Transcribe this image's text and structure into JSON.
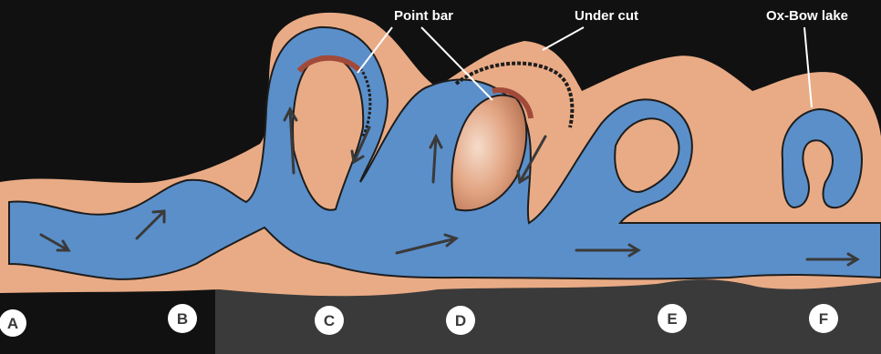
{
  "labels": {
    "point_bar": "Point bar",
    "under_cut": "Under cut",
    "oxbow_lake": "Ox-Bow lake"
  },
  "stages": [
    "A",
    "B",
    "C",
    "D",
    "E",
    "F"
  ],
  "colors": {
    "background": "#111111",
    "lower_band": "#3a3a3a",
    "floodplain": "#e9ab85",
    "river": "#5b8fc9",
    "outline": "#1d1d1d",
    "erosion": "#a24a3a",
    "arrow": "#3a3a3a"
  }
}
